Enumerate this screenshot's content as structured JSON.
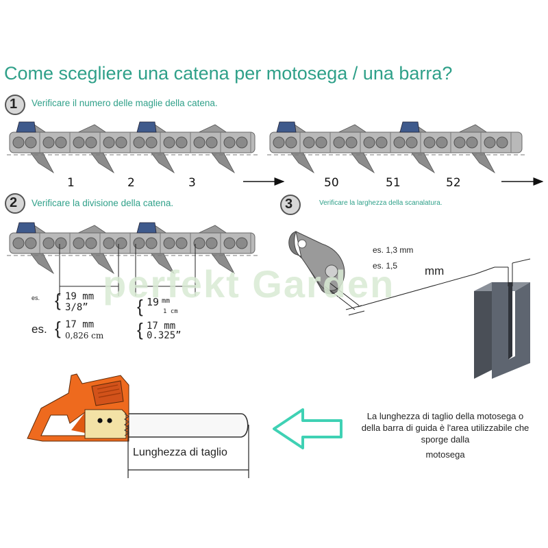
{
  "title": "Come scegliere una catena per motosega / una barra?",
  "steps": [
    {
      "number": "1",
      "text": "Verificare il numero delle maglie della catena."
    },
    {
      "number": "2",
      "text": "Verificare la divisione della catena."
    },
    {
      "number": "3",
      "text": "Verificare la larghezza della scanalatura."
    }
  ],
  "link_numbers": [
    "1",
    "2",
    "3",
    "50",
    "51",
    "52"
  ],
  "watermark": "perfekt Garden",
  "pitch": {
    "es_small": "es.",
    "es_large": "es.",
    "a_mm": "19 mm",
    "a_inch": "3/8”",
    "b_value": "19",
    "b_unit": "mm",
    "b_cm": "1 cm",
    "c_mm": "17 mm",
    "c_cm": "0,826 cm",
    "d_mm": "17 mm",
    "d_inch": "0.325”"
  },
  "groove": {
    "es_a": "es. 1,3 mm",
    "es_b": "es. 1,5",
    "unit": "mm"
  },
  "cutting_length_label": "Lunghezza di taglio",
  "note_lines": [
    "La lunghezza di taglio della motosega o",
    "della barra di guida è l'area utilizzabile che",
    "sporge dalla"
  ],
  "note_last": "motosega",
  "colors": {
    "accent": "#2fa089",
    "chain_plate": "#b9b9b9",
    "chain_rivet": "#8a8a8a",
    "cutter_blue": "#3f5a8c",
    "saw_orange": "#ee6a1e",
    "saw_cream": "#f3e2a6",
    "arrow_teal": "#3fd1b4",
    "bar_steel": "#5e6570"
  }
}
